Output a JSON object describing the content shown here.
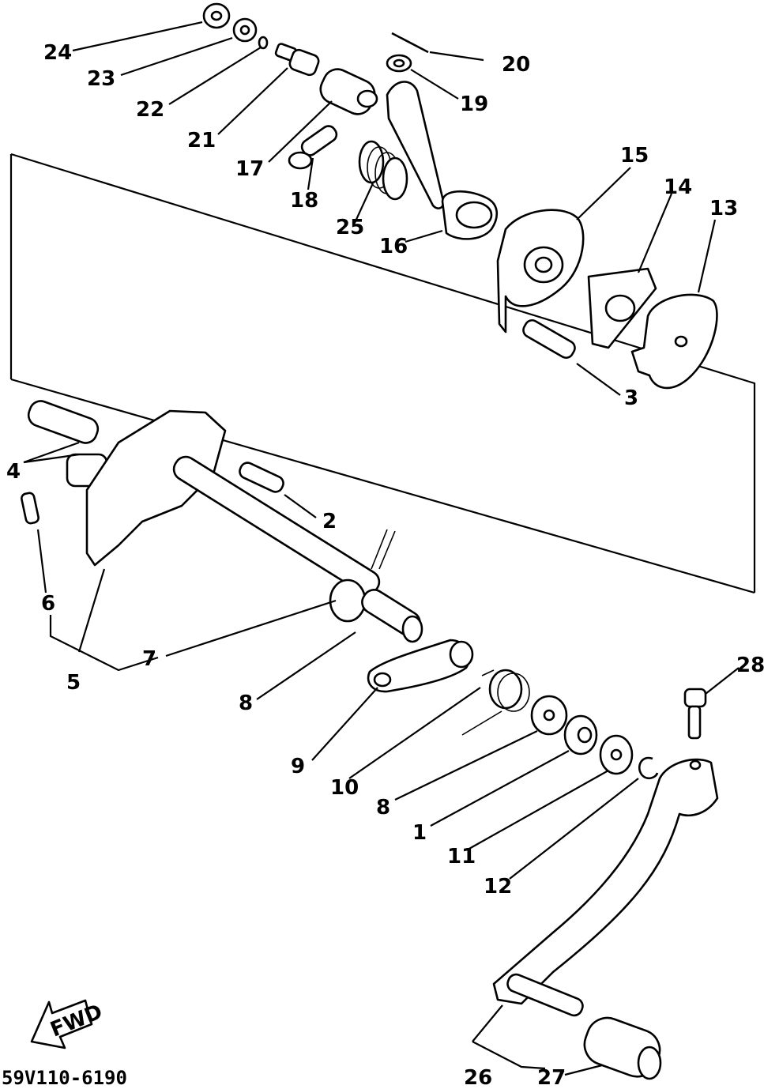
{
  "callouts": {
    "n1": "1",
    "n2": "2",
    "n3": "3",
    "n4": "4",
    "n5": "5",
    "n6": "6",
    "n7": "7",
    "n8a": "8",
    "n8b": "8",
    "n9": "9",
    "n10": "10",
    "n11": "11",
    "n12": "12",
    "n13": "13",
    "n14": "14",
    "n15": "15",
    "n16": "16",
    "n17": "17",
    "n18": "18",
    "n19": "19",
    "n20": "20",
    "n21": "21",
    "n22": "22",
    "n23": "23",
    "n24": "24",
    "n25": "25",
    "n26": "26",
    "n27": "27",
    "n28": "28"
  },
  "fwd_label": "FWD",
  "figure_code": "59V110-6190"
}
